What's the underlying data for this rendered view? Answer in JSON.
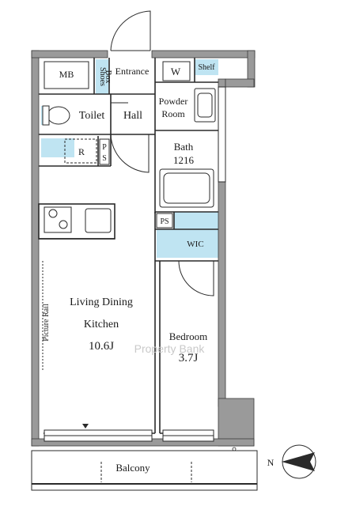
{
  "rooms": {
    "mb": "MB",
    "shoes_box_1": "Shoes",
    "shoes_box_2": "Box",
    "entrance": "Entrance",
    "washer": "W",
    "shelf": "Shelf",
    "toilet": "Toilet",
    "hall": "Hall",
    "powder_room_1": "Powder",
    "powder_room_2": "Room",
    "refrigerator": "R",
    "ps_1": "P",
    "ps_2": "S",
    "bath": "Bath",
    "bath_size": "1216",
    "ps_3": "PS",
    "wic": "WIC",
    "ldk_line1": "Living Dining",
    "ldk_line2": "Kitchen",
    "ldk_size": "10.6J",
    "bedroom": "Bedroom",
    "bedroom_size": "3.7J",
    "picture_rail": "Picture Rail",
    "balcony": "Balcony"
  },
  "compass": {
    "label": "N"
  },
  "watermark": "Property Bank",
  "colors": {
    "wall": "#9a9a9a",
    "wall_edge": "#3a3a3a",
    "storage": "#bfe4f2",
    "line": "#2a2a2a"
  }
}
